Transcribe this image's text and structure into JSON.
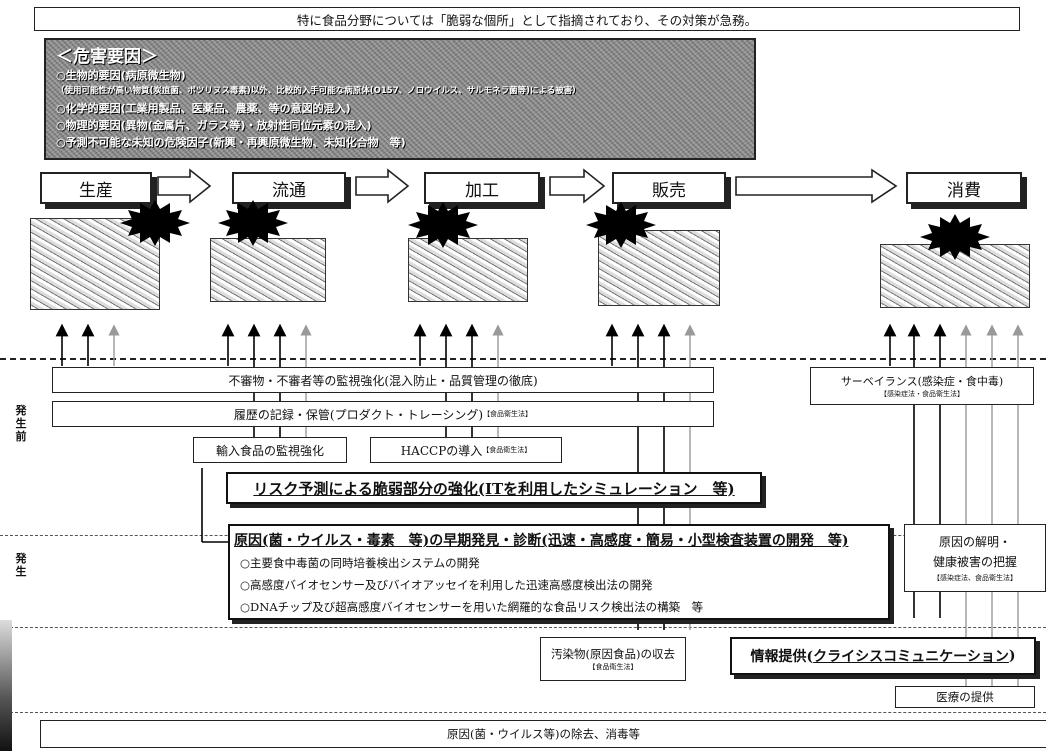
{
  "header": {
    "text": "特に食品分野については「脆弱な個所」として指摘されており、その対策が急務。"
  },
  "hazards": {
    "title": "＜危害要因＞",
    "lines": [
      "○生物的要因(病原微生物)",
      "（使用可能性が高い物質(炭疽菌、ボツリヌス毒素)以外、比較的入手可能な病原体(O157、ノロウイルス、サルモネラ菌等)による被害）",
      "○化学的要因(工業用製品、医薬品、農薬、等の意図的混入)",
      "○物理的要因(異物(金属片、ガラス等)・放射性同位元素の混入)",
      "○予測不可能な未知の危険因子(新興・再興原微生物、未知化合物　等)"
    ]
  },
  "stages": [
    {
      "label": "生産"
    },
    {
      "label": "流通"
    },
    {
      "label": "加工"
    },
    {
      "label": "販売"
    },
    {
      "label": "消費"
    }
  ],
  "side_labels": {
    "before": "発生前",
    "after": "発生"
  },
  "measures": {
    "surveillance_monitoring": "不審物・不審者等の監視強化(混入防止・品質管理の徹底)",
    "traceability": "履歴の記録・保管(プロダクト・トレーシング)",
    "traceability_law": "【食品衛生法】",
    "import_monitoring": "輸入食品の監視強化",
    "haccp": "HACCPの導入",
    "haccp_law": "【食品衛生法】",
    "risk_prediction": "リスク予測による脆弱部分の強化(ITを利用したシミュレーション　等)",
    "surveillance": "サーベイランス(感染症・食中毒)",
    "surveillance_law": "【感染症法・食品衛生法】"
  },
  "early_detection": {
    "title": "原因(菌・ウイルス・毒素　等)の早期発見・診断(迅速・高感度・簡易・小型検査装置の開発　等)",
    "items": [
      "○主要食中毒菌の同時培養検出システムの開発",
      "○高感度バイオセンサー及びバイオアッセイを利用した迅速高感度検出法の開発",
      "○DNAチップ及び超高感度バイオセンサーを用いた網羅的な食品リスク検出法の構築　等"
    ]
  },
  "response": {
    "cause_title_1": "原因の解明・",
    "cause_title_2": "健康被害の把握",
    "cause_law": "【感染症法、食品衛生法】",
    "removal": "汚染物(原因食品)の収去",
    "removal_law": "【食品衛生法】",
    "info_prefix": "情報提供(",
    "info_link": "クライシスコミュニケーション",
    "info_suffix": ")",
    "medical": "医療の提供",
    "disinfection": "原因(菌・ウイルス等)の除去、消毒等"
  }
}
